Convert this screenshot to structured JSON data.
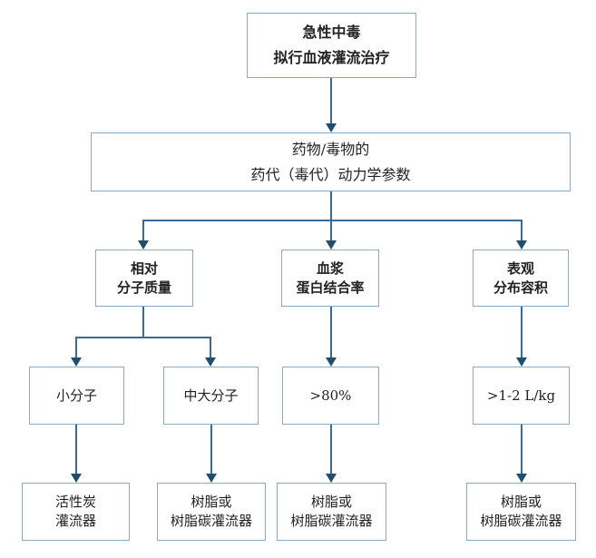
{
  "colors": {
    "line": "#3a6a93",
    "arrow": "#1f4e6e",
    "box_border": "#8fa9c1",
    "text": "#222222"
  },
  "nodes": {
    "start": {
      "line1": "急性中毒",
      "line2": "拟行血液灌流治疗"
    },
    "params": {
      "line1": "药物/毒物的",
      "line2": "药代（毒代）动力学参数"
    },
    "molecular_mass": {
      "line1": "相对",
      "line2": "分子质量"
    },
    "protein_binding": {
      "line1": "血浆",
      "line2": "蛋白结合率"
    },
    "distribution_volume": {
      "line1": "表观",
      "line2": "分布容积"
    },
    "small_molecule": {
      "line1": "小分子"
    },
    "mid_large_molecule": {
      "line1": "中大分子"
    },
    "binding_gt_80": {
      "line1": ">80%"
    },
    "volume_gt_1_2": {
      "line1": ">1-2 L/kg"
    },
    "charcoal_perfusion": {
      "line1": "活性炭",
      "line2": "灌流器"
    },
    "resin_perfusion_mw": {
      "line1": "树脂或",
      "line2": "树脂碳灌流器"
    },
    "resin_perfusion_ppb": {
      "line1": "树脂或",
      "line2": "树脂碳灌流器"
    },
    "resin_perfusion_vd": {
      "line1": "树脂或",
      "line2": "树脂碳灌流器"
    }
  }
}
